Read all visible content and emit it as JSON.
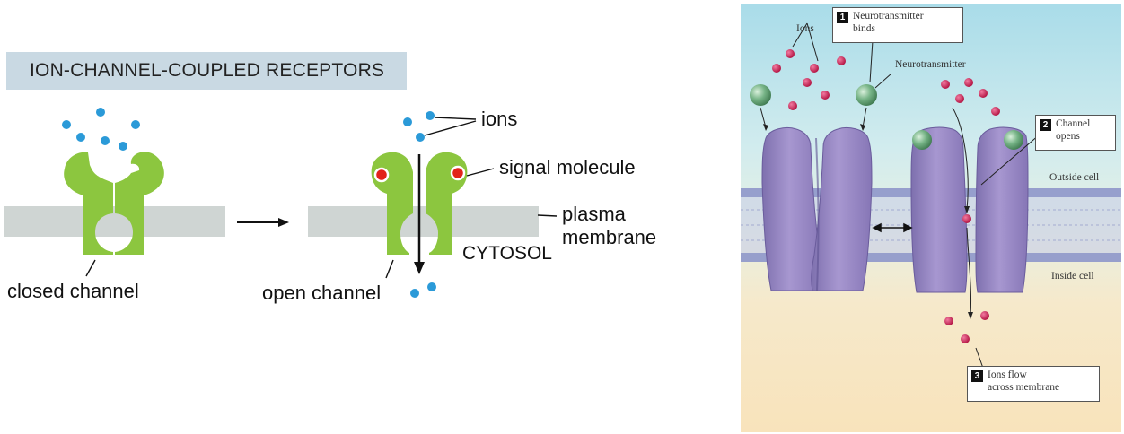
{
  "left": {
    "title": "ION-CHANNEL-COUPLED RECEPTORS",
    "labels": {
      "ions": "ions",
      "signal_molecule": "signal molecule",
      "plasma": "plasma",
      "membrane": "membrane",
      "cytosol": "CYTOSOL",
      "closed_channel": "closed channel",
      "open_channel": "open channel"
    }
  },
  "right": {
    "labels": {
      "ions": "Ions",
      "neurotransmitter": "Neurotransmitter",
      "outside_cell": "Outside cell",
      "inside_cell": "Inside cell"
    },
    "steps": [
      {
        "number": "1",
        "line1": "Neurotransmitter",
        "line2": "binds"
      },
      {
        "number": "2",
        "line1": "Channel",
        "line2": "opens"
      },
      {
        "number": "3",
        "line1": "Ions flow",
        "line2": "across membrane"
      }
    ]
  },
  "colors": {
    "receptor_green": "#8cc63f",
    "ion_blue": "#2b9ad8",
    "signal_red": "#e2231a",
    "membrane_gray": "#cfd5d3",
    "banner": "#c9d9e3",
    "channel_purple": "#9b8cc4",
    "neurotransmitter_green": "#6fae7e",
    "ion_crimson": "#c8144a"
  }
}
